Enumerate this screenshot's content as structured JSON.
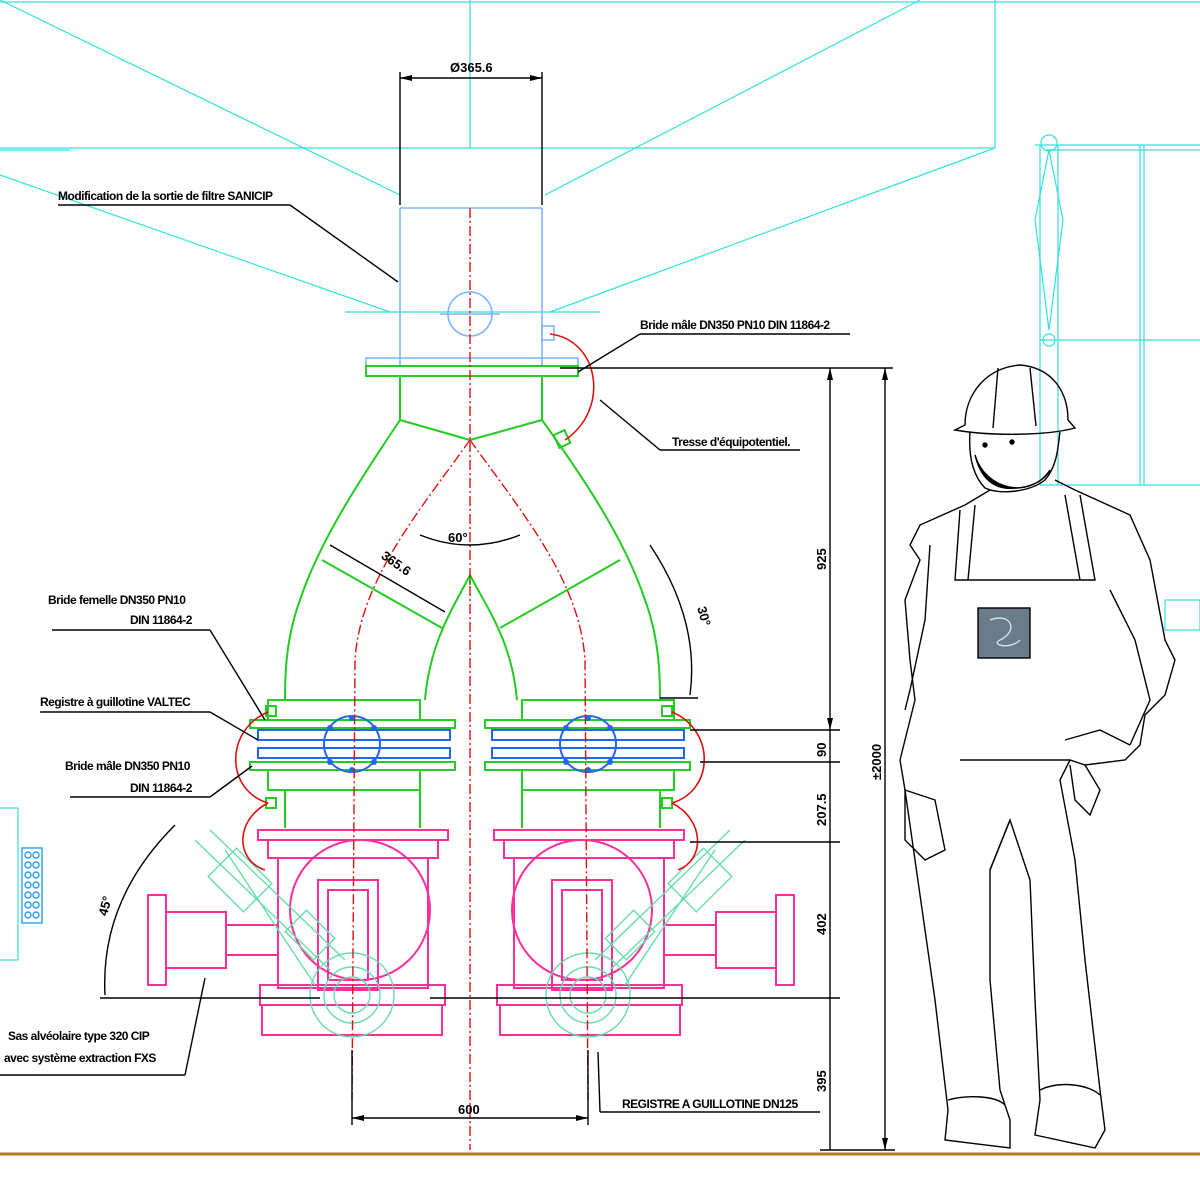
{
  "labels": {
    "modification": "Modification de la sortie de filtre SANICIP",
    "bride_male_top": "Bride mâle DN350 PN10 DIN 11864-2",
    "tresse": "Tresse d'équipotentiel.",
    "bride_femelle_line1": "Bride femelle DN350 PN10",
    "bride_femelle_line2": "DIN 11864-2",
    "registre_valtec": "Registre à guillotine VALTEC",
    "bride_male_mid_line1": "Bride mâle DN350 PN10",
    "bride_male_mid_line2": "DIN 11864-2",
    "sas_line1": "Sas alvéolaire type 320 CIP",
    "sas_line2": "avec système extraction FXS",
    "registre_dn125": "REGISTRE A GUILLOTINE DN125"
  },
  "dimensions": {
    "top_width": "Ø365.6",
    "angle_60": "60°",
    "branch_len": "365.6",
    "right_arc": "30°",
    "angle_45": "45°",
    "bottom_spacing": "600",
    "v_925": "925",
    "v_90": "90",
    "v_207": "207.5",
    "v_402": "402",
    "v_395": "395",
    "total": "±2000"
  },
  "colors": {
    "frame": "#33e0e0",
    "duct": "#7fb6ff",
    "y_pipe": "#22cc22",
    "center_line": "#e01010",
    "airlock": "#ff2e9a",
    "valve": "#2266ee",
    "motor": "#66ddaa",
    "floor": "#b07a20"
  }
}
